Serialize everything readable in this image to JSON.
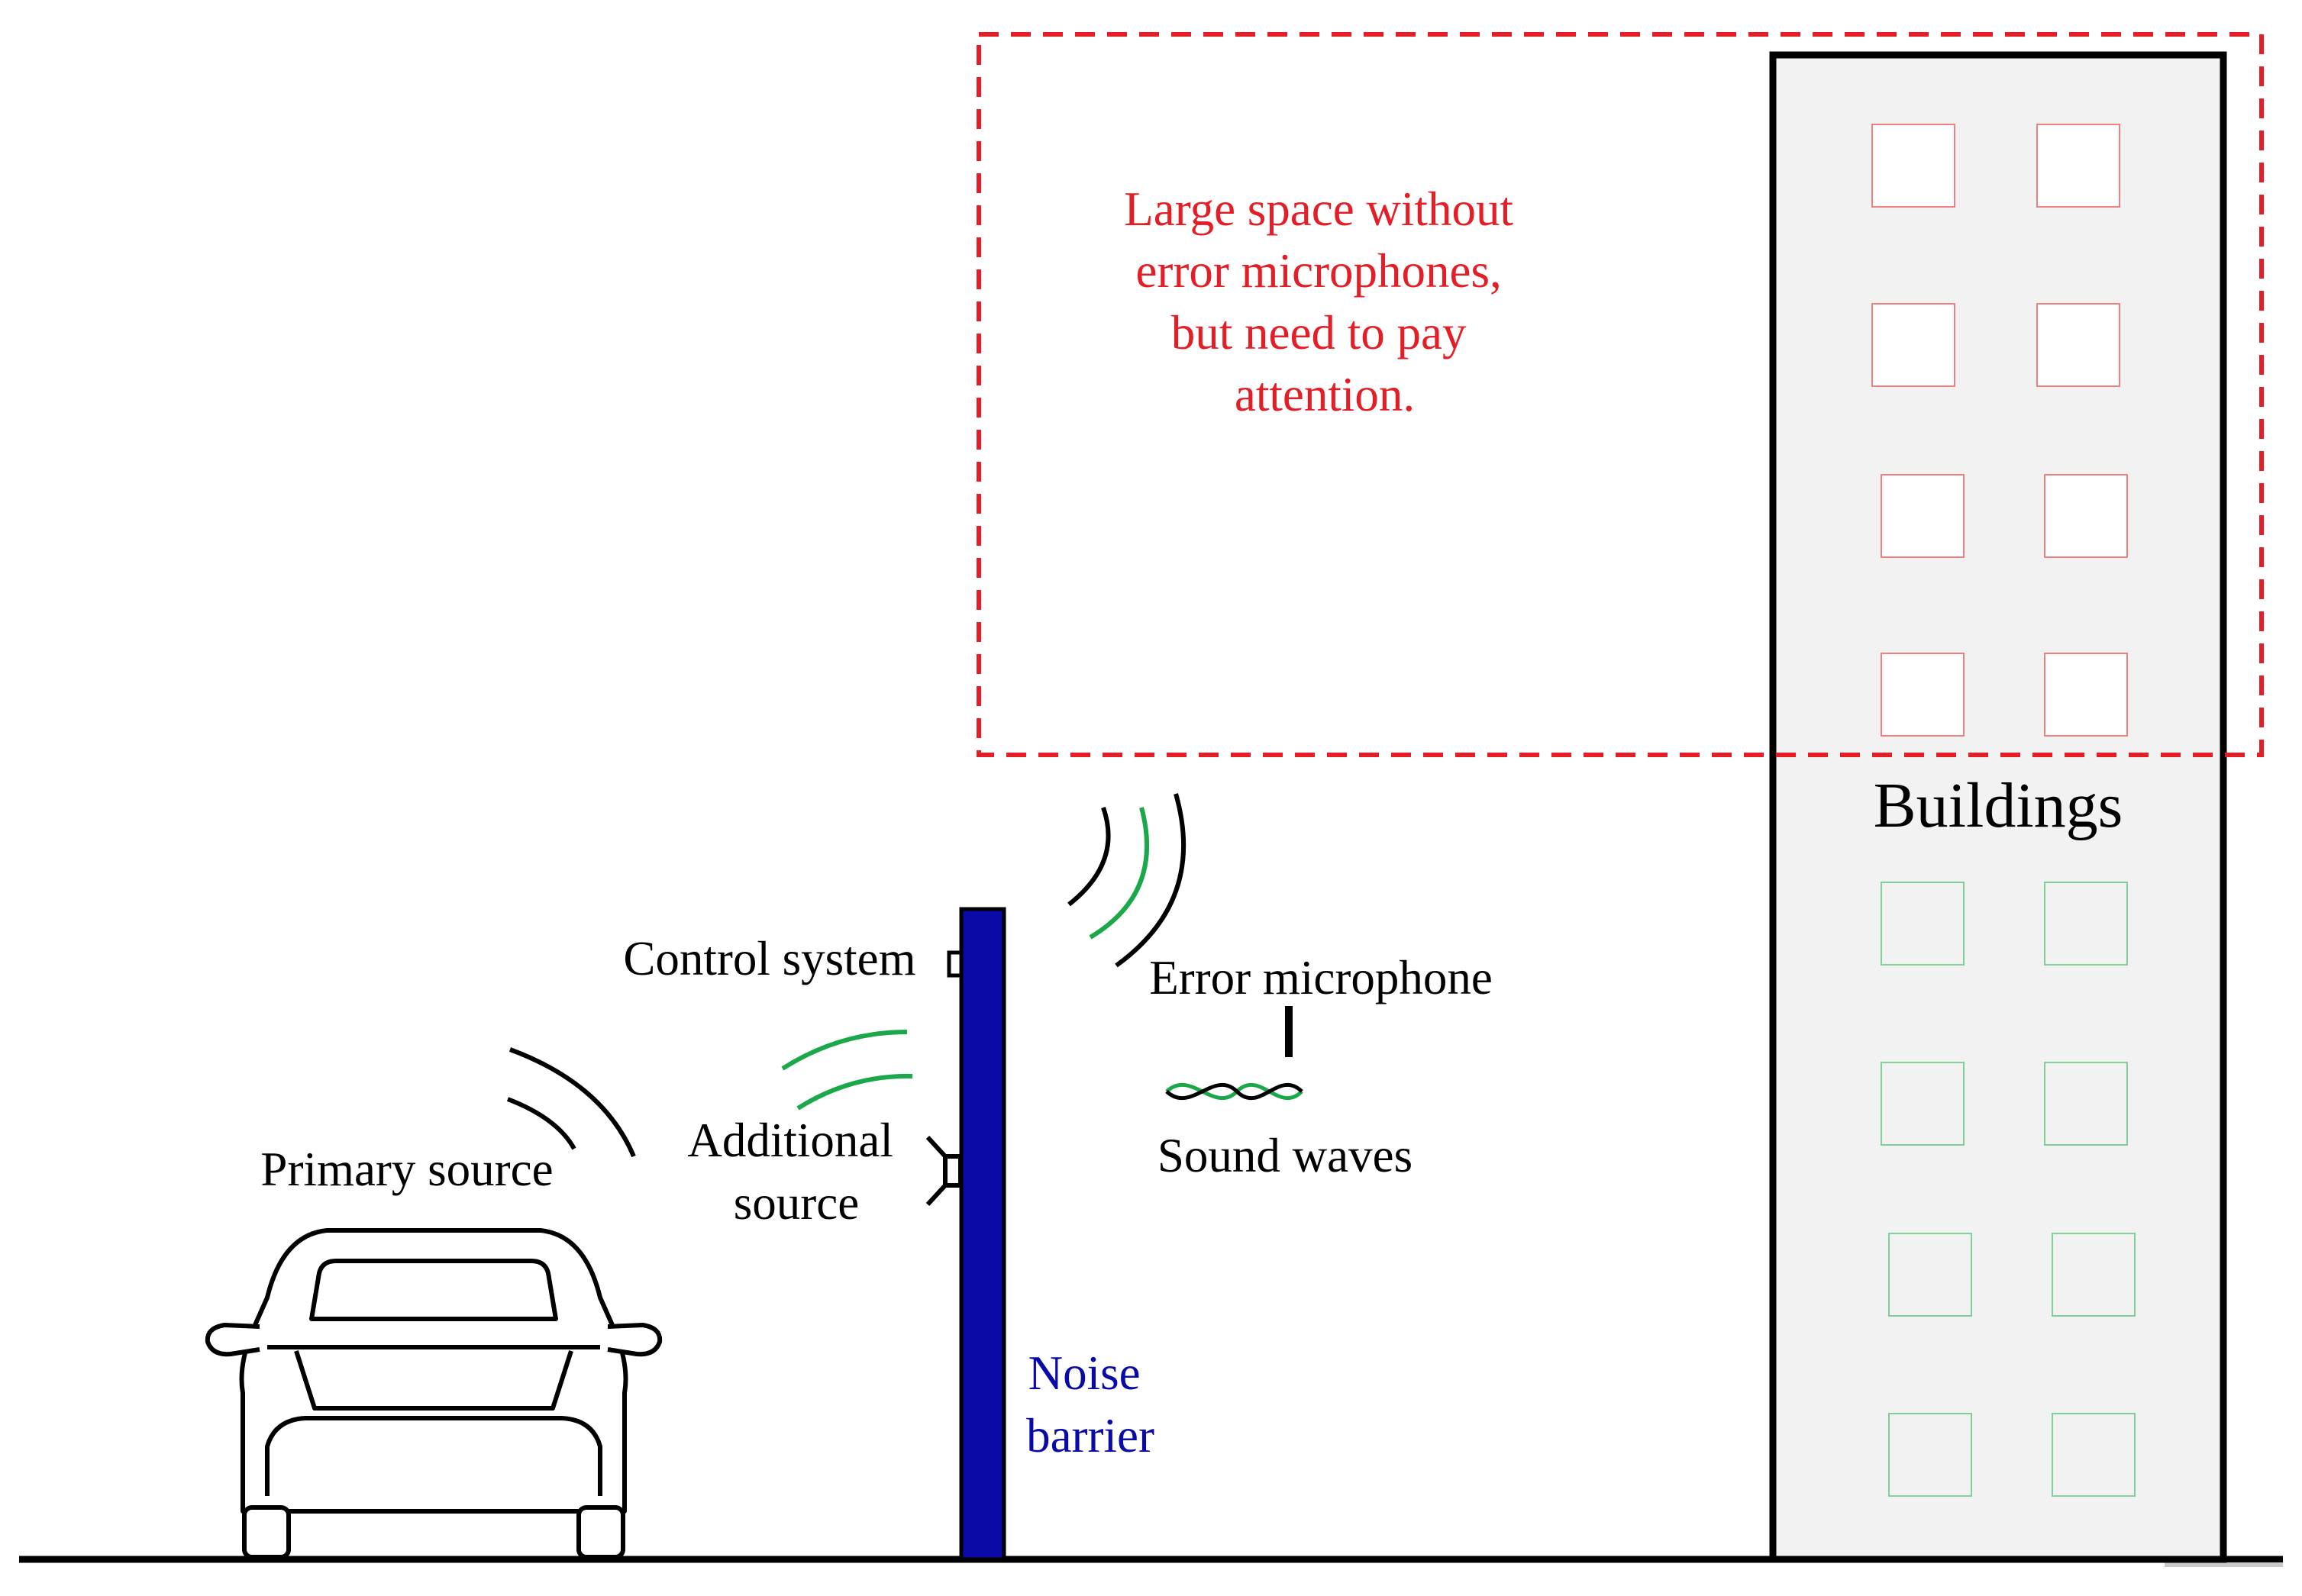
{
  "labels": {
    "red_note": [
      "Large space without",
      "error microphones,",
      "but need to pay",
      "attention."
    ],
    "buildings": "Buildings",
    "control_system": "Control system",
    "error_microphone": "Error microphone",
    "additional_source": [
      "Additional",
      "source"
    ],
    "sound_waves": "Sound waves",
    "primary_source": "Primary source",
    "noise_barrier": [
      "Noise",
      "barrier"
    ]
  },
  "colors": {
    "red": "#e41e26",
    "blue": "#0a0aa8",
    "green": "#1aa84a",
    "black": "#000000",
    "building_fill": "#f2f2f2",
    "window_red": "#f08080",
    "window_green": "#7fcf9a"
  }
}
